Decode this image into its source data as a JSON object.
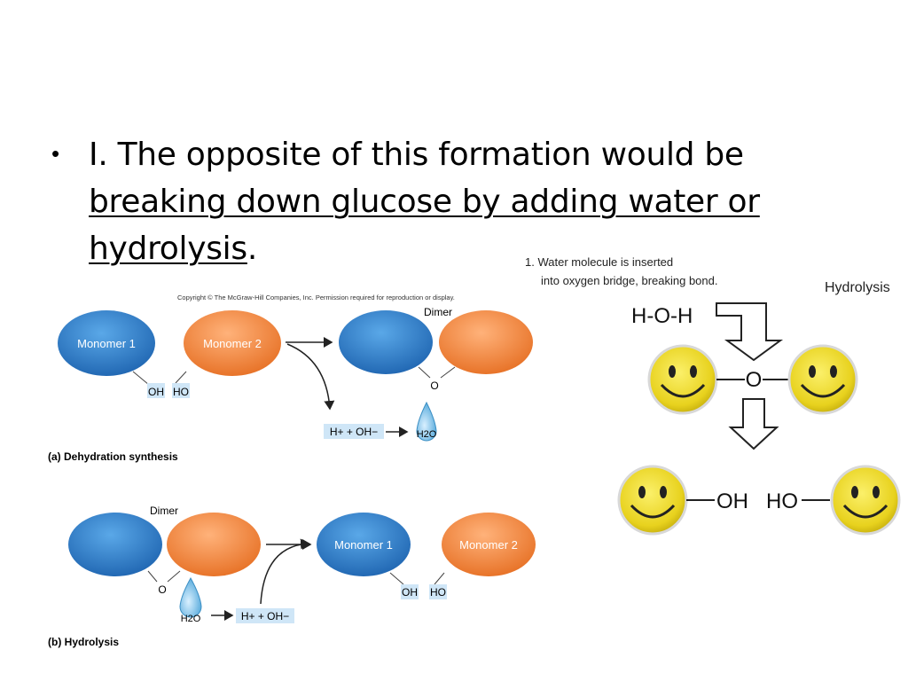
{
  "slide": {
    "bullet": {
      "lead": "I. The opposite of this formation would be",
      "underlined": "breaking down glucose by adding water or hydrolysis",
      "trail": "."
    }
  },
  "figure_left": {
    "copyright": "Copyright © The McGraw-Hill Companies, Inc. Permission required for reproduction or display.",
    "panel_a": {
      "monomer1": "Monomer 1",
      "monomer2": "Monomer 2",
      "dimer": "Dimer",
      "oh": "OH",
      "ho": "HO",
      "o": "O",
      "ions": "H+ + OH−",
      "water": "H2O",
      "caption": "(a) Dehydration synthesis"
    },
    "panel_b": {
      "dimer": "Dimer",
      "o": "O",
      "water": "H2O",
      "ions": "H+ + OH−",
      "monomer1": "Monomer 1",
      "monomer2": "Monomer 2",
      "oh": "OH",
      "ho": "HO",
      "caption": "(b) Hydrolysis"
    },
    "colors": {
      "blue": "#2f7fc8",
      "orange": "#f28a43"
    }
  },
  "figure_right": {
    "step_line1": "1. Water molecule is inserted",
    "step_line2": "into oxygen bridge, breaking bond.",
    "title": "Hydrolysis",
    "water": "H-O-H",
    "bridge_o": "O",
    "oh": "OH",
    "ho": "HO",
    "colors": {
      "smiley": "#f2e12a"
    }
  }
}
